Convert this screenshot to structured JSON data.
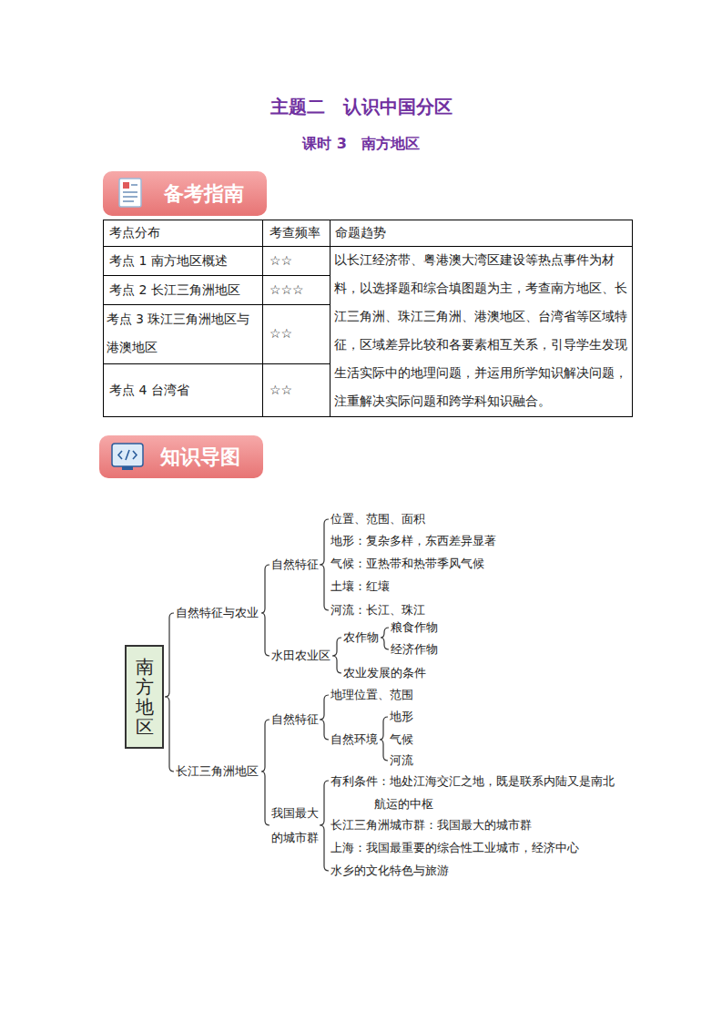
{
  "diagram": {
    "title": "主题二　认识中国分区",
    "nodes": [
      {
        "text": [
          "备考指南"
        ]
      },
      {
        "text": [
          "知识导图"
        ]
      },
      {
        "text": [
          "南方地区"
        ]
      }
    ],
    "labels": [
      "课时 3　南方地区",
      "考点分布",
      "考查频率",
      "命题趋势",
      "考点 1 南方地区概述",
      "☆☆",
      "以长江经济带、粤港澳大湾区建设等热点事件为材 料，以选择题和综合填图题为主，考查南方地区、长 江三角洲、珠江三角洲、港澳地区、台湾省等区域特 征，区域差异比较和各要素相互关系，引导学生发现 生活实际中的地理问题，并运用所学知识解决问题， 注重解决实际问题和跨学科知识融合。",
      "考点 2 长江三角洲地区",
      "☆☆☆",
      "考点 3 珠江三角洲地区与 港澳地区",
      "☆☆",
      "考点 4 台湾省",
      "☆☆",
      "自然特征与农业",
      "自然特征",
      "位置、范围、面积",
      "地形：复杂多样，东西差异显著",
      "气候：亚热带和热带季风气候",
      "土壤：红壤",
      "河流：长江、珠江",
      "水田农业区",
      "农作物",
      "粮食作物",
      "经济作物",
      "农业发展的条件",
      "长江三角洲地区",
      "自然特征",
      "地理位置、范围",
      "自然环境",
      "地形",
      "气候",
      "河流",
      "我国最大 的城市群",
      "有利条件：地处江海交汇之地，既是联系内陆又是南北 航运的中枢",
      "长江三角洲城市群：我国最大的城市群",
      "上海：我国最重要的综合性工业城市，经济中心",
      "水乡的文化特色与旅游"
    ]
  }
}
